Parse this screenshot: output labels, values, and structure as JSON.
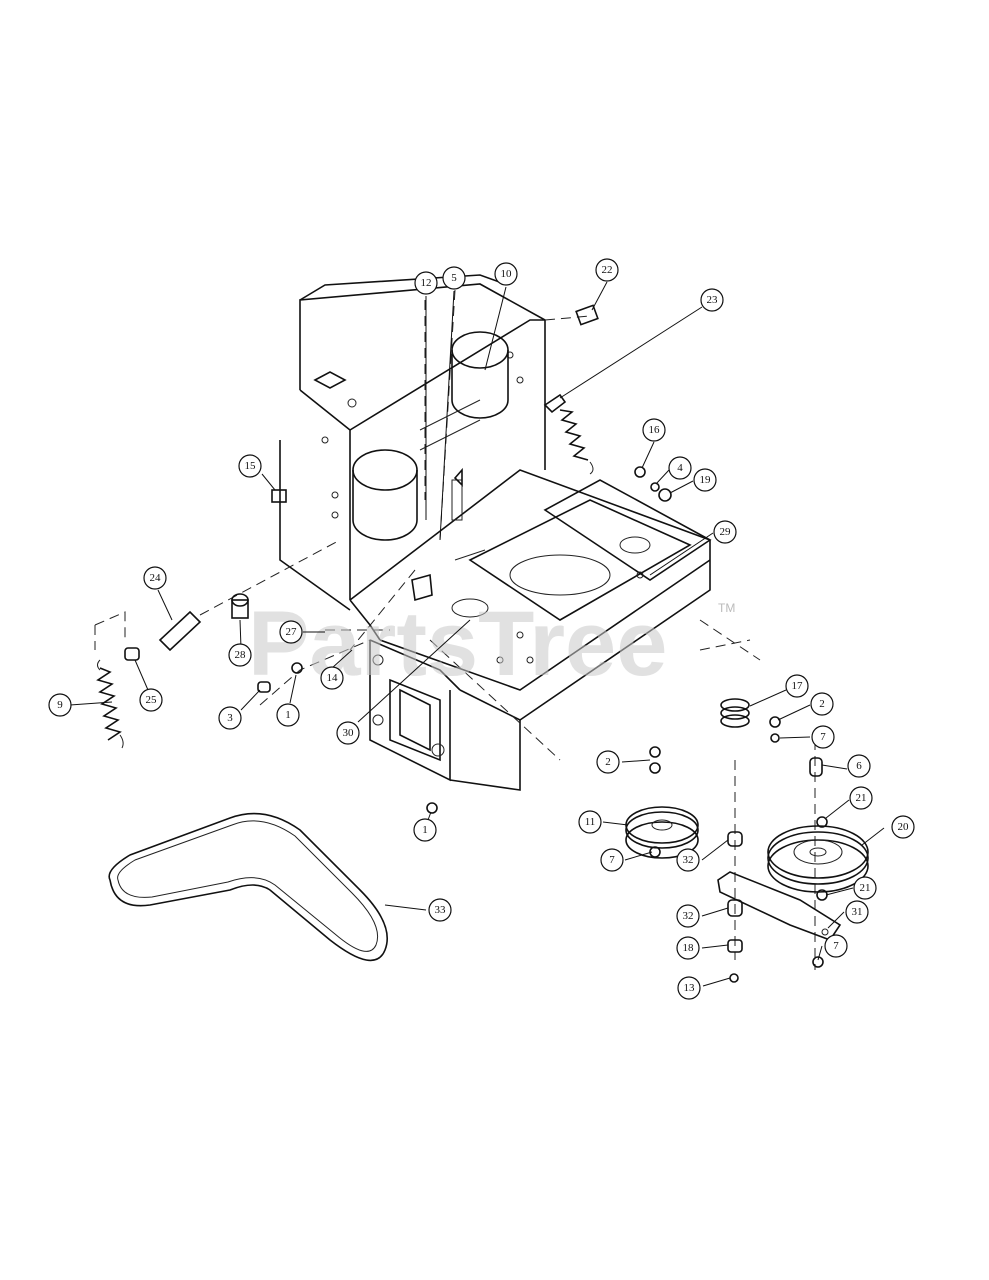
{
  "watermark": {
    "brand": "PartsTree",
    "trademark": "TM"
  },
  "callouts": [
    {
      "label": "12"
    },
    {
      "label": "5"
    },
    {
      "label": "10"
    },
    {
      "label": "22"
    },
    {
      "label": "23"
    },
    {
      "label": "16"
    },
    {
      "label": "4"
    },
    {
      "label": "19"
    },
    {
      "label": "15"
    },
    {
      "label": "29"
    },
    {
      "label": "24"
    },
    {
      "label": "27"
    },
    {
      "label": "28"
    },
    {
      "label": "9"
    },
    {
      "label": "25"
    },
    {
      "label": "3"
    },
    {
      "label": "1"
    },
    {
      "label": "14"
    },
    {
      "label": "30"
    },
    {
      "label": "17"
    },
    {
      "label": "2"
    },
    {
      "label": "7"
    },
    {
      "label": "2"
    },
    {
      "label": "6"
    },
    {
      "label": "11"
    },
    {
      "label": "21"
    },
    {
      "label": "20"
    },
    {
      "label": "1"
    },
    {
      "label": "7"
    },
    {
      "label": "32"
    },
    {
      "label": "21"
    },
    {
      "label": "33"
    },
    {
      "label": "32"
    },
    {
      "label": "31"
    },
    {
      "label": "18"
    },
    {
      "label": "7"
    },
    {
      "label": "13"
    }
  ]
}
